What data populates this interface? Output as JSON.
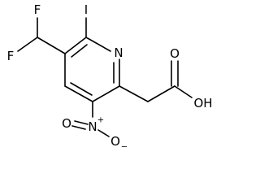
{
  "molecule": {
    "atoms": {
      "f_upper": "F",
      "f_lower": "F",
      "iodine": "I",
      "ring_nitrogen": "N",
      "carbonyl_oxygen": "O",
      "hydroxyl": "OH",
      "nitro_nitrogen": "N",
      "nitro_nitrogen_charge": "+",
      "nitro_oxygen_double": "O",
      "nitro_oxygen_single": "O",
      "nitro_oxygen_charge": "−"
    }
  }
}
